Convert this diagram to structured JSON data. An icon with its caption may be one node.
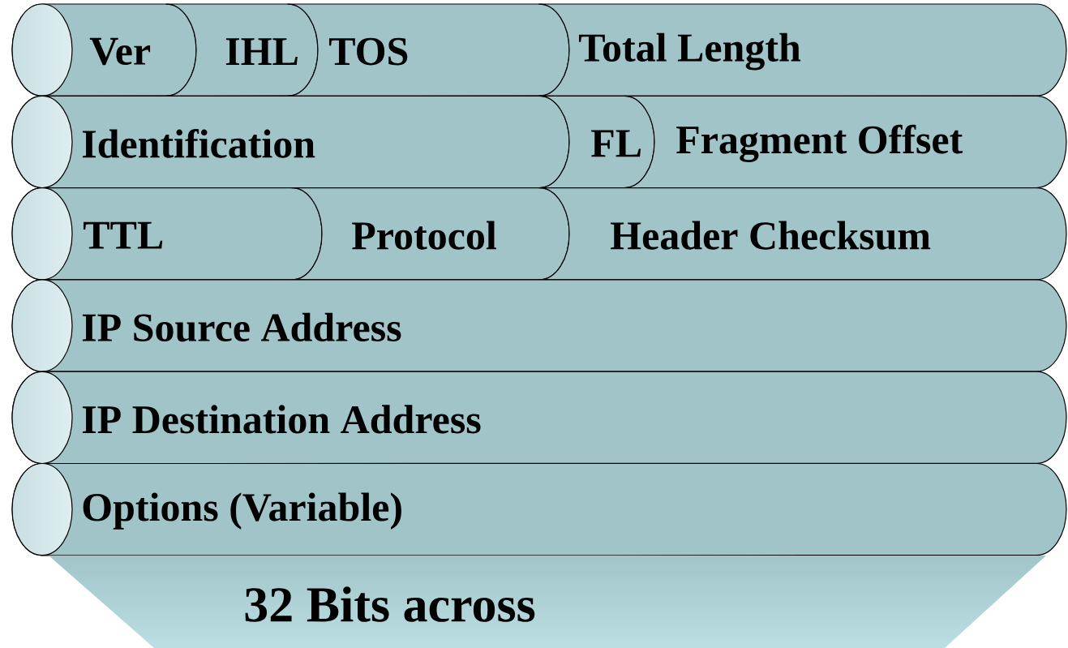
{
  "diagram": {
    "nodes": [
      {
        "text": [
          "Ver"
        ]
      },
      {
        "text": [
          "IHL"
        ]
      },
      {
        "text": [
          "TOS"
        ]
      },
      {
        "text": [
          "Total Length"
        ]
      },
      {
        "text": [
          "Identification"
        ]
      },
      {
        "text": [
          "FL"
        ]
      },
      {
        "text": [
          "Fragment Offset"
        ]
      },
      {
        "text": [
          "TTL"
        ]
      },
      {
        "text": [
          "Protocol"
        ]
      },
      {
        "text": [
          "Header Checksum"
        ]
      },
      {
        "text": [
          "IP Source Address"
        ]
      },
      {
        "text": [
          "IP Destination Address"
        ]
      },
      {
        "text": [
          "Options (Variable)"
        ]
      },
      {
        "text": [
          "32 Bits across"
        ]
      }
    ]
  }
}
